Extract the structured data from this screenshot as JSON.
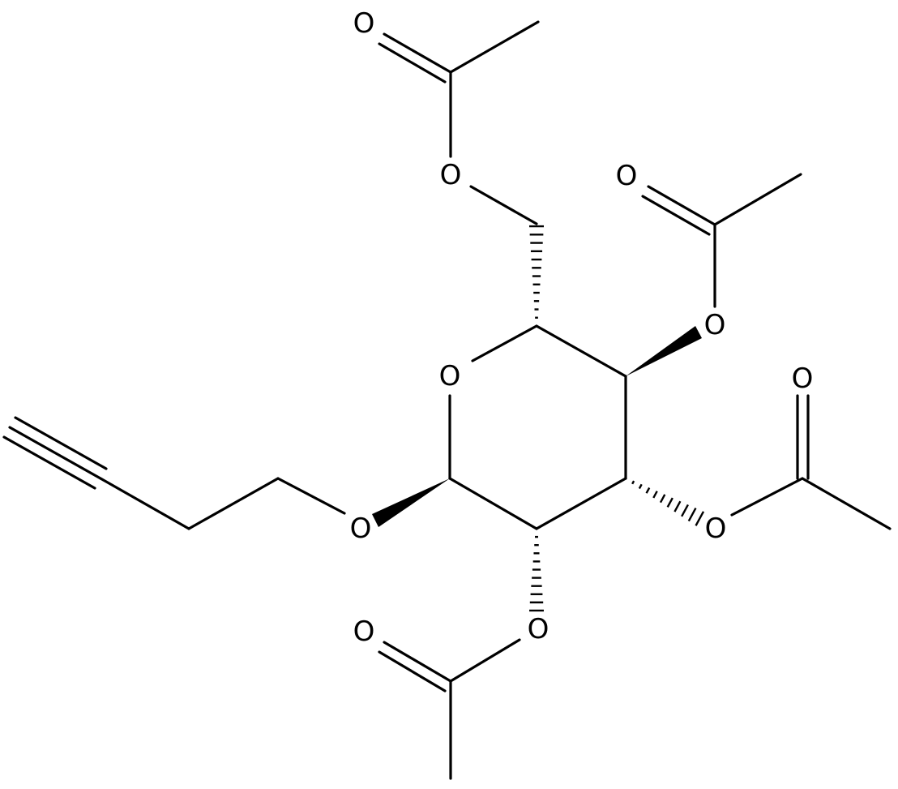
{
  "structure": {
    "atoms": [
      {
        "id": "o_ring",
        "label": "O"
      },
      {
        "id": "o_glycosidic",
        "label": "O"
      },
      {
        "id": "o_c2_ester",
        "label": "O"
      },
      {
        "id": "o_c2_carbonyl",
        "label": "O"
      },
      {
        "id": "o_c3_ester",
        "label": "O"
      },
      {
        "id": "o_c3_carbonyl",
        "label": "O"
      },
      {
        "id": "o_c4_ester",
        "label": "O"
      },
      {
        "id": "o_c4_carbonyl",
        "label": "O"
      },
      {
        "id": "o_c6_ester",
        "label": "O"
      },
      {
        "id": "o_c6_carbonyl",
        "label": "O"
      }
    ],
    "colors": {
      "bond": "#000000",
      "label": "#000000",
      "background": "#ffffff"
    }
  }
}
